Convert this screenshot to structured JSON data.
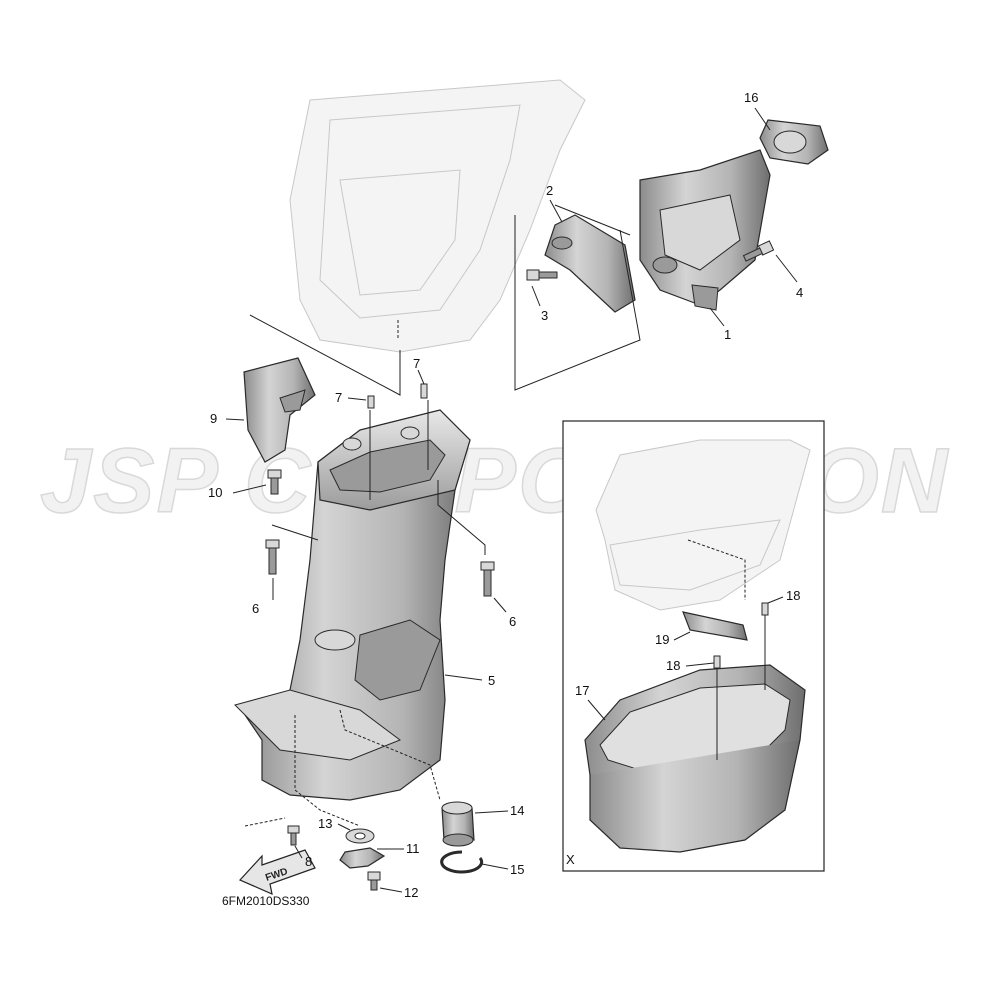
{
  "watermark": "JSP CORPORATION",
  "drawing_code": "6FM2010DS330",
  "inset_label": "X",
  "fwd_label": "FWD",
  "callouts": [
    {
      "id": "c1",
      "text": "1"
    },
    {
      "id": "c2",
      "text": "2"
    },
    {
      "id": "c3",
      "text": "3"
    },
    {
      "id": "c4",
      "text": "4"
    },
    {
      "id": "c5",
      "text": "5"
    },
    {
      "id": "c6a",
      "text": "6"
    },
    {
      "id": "c6b",
      "text": "6"
    },
    {
      "id": "c7a",
      "text": "7"
    },
    {
      "id": "c7b",
      "text": "7"
    },
    {
      "id": "c8",
      "text": "8"
    },
    {
      "id": "c9",
      "text": "9"
    },
    {
      "id": "c10",
      "text": "10"
    },
    {
      "id": "c11",
      "text": "11"
    },
    {
      "id": "c12",
      "text": "12"
    },
    {
      "id": "c13",
      "text": "13"
    },
    {
      "id": "c14",
      "text": "14"
    },
    {
      "id": "c15",
      "text": "15"
    },
    {
      "id": "c16",
      "text": "16"
    },
    {
      "id": "c17",
      "text": "17"
    },
    {
      "id": "c18a",
      "text": "18"
    },
    {
      "id": "c18b",
      "text": "18"
    },
    {
      "id": "c19",
      "text": "19"
    }
  ]
}
